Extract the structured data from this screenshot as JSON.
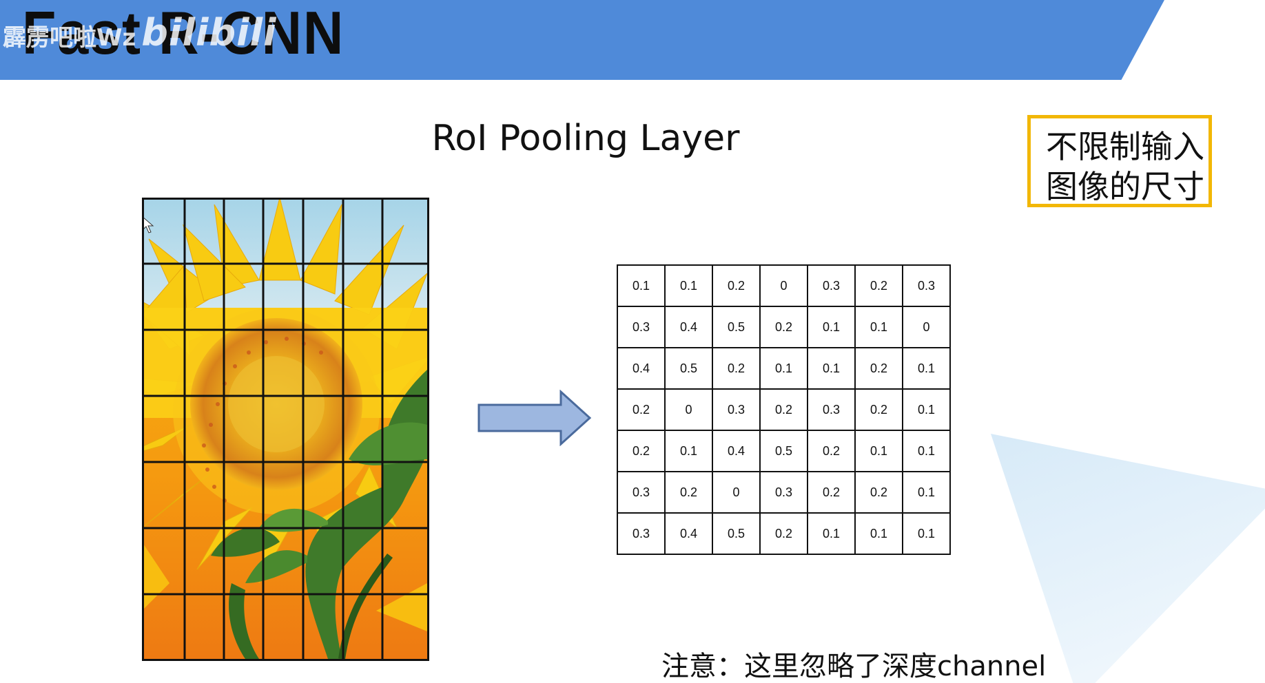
{
  "header": {
    "title": "Fast R-CNN",
    "watermark_text": "霹雳吧啦Wz",
    "watermark_logo": "bilibili",
    "bar_color": "#4f8ad9"
  },
  "slide": {
    "title": "RoI Pooling Layer"
  },
  "note_box": {
    "line1": "不限制输入",
    "line2": "图像的尺寸",
    "border_color": "#f2b705"
  },
  "image_grid": {
    "image": "sunflower",
    "rows": 7,
    "cols": 7
  },
  "arrow": {
    "fill": "#9db7e0",
    "stroke": "#4a6a9c"
  },
  "feature_map": {
    "rows": [
      [
        "0.1",
        "0.1",
        "0.2",
        "0",
        "0.3",
        "0.2",
        "0.3"
      ],
      [
        "0.3",
        "0.4",
        "0.5",
        "0.2",
        "0.1",
        "0.1",
        "0"
      ],
      [
        "0.4",
        "0.5",
        "0.2",
        "0.1",
        "0.1",
        "0.2",
        "0.1"
      ],
      [
        "0.2",
        "0",
        "0.3",
        "0.2",
        "0.3",
        "0.2",
        "0.1"
      ],
      [
        "0.2",
        "0.1",
        "0.4",
        "0.5",
        "0.2",
        "0.1",
        "0.1"
      ],
      [
        "0.3",
        "0.2",
        "0",
        "0.3",
        "0.2",
        "0.2",
        "0.1"
      ],
      [
        "0.3",
        "0.4",
        "0.5",
        "0.2",
        "0.1",
        "0.1",
        "0.1"
      ]
    ]
  },
  "footer": {
    "note": "注意：这里忽略了深度channel"
  }
}
